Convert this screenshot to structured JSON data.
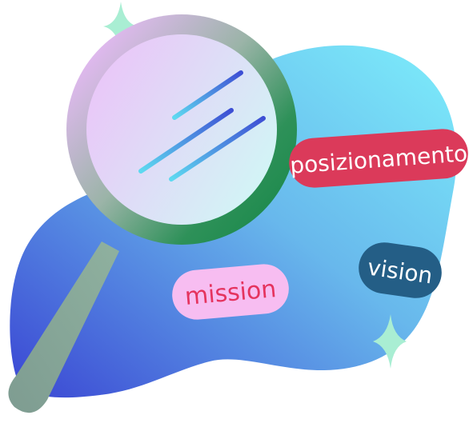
{
  "labels": {
    "positioning": "posizionamento",
    "mission": "mission",
    "vision": "vision"
  },
  "icons": [
    "sparkle-icon",
    "magnifying-glass-icon"
  ],
  "colors": {
    "blob_light": "#7DEEFB",
    "blob_dark": "#3A45D3",
    "positioning_pill": "#DB3A5A",
    "positioning_text": "#FFFFFF",
    "mission_pill": "#F7BDF1",
    "mission_text": "#E5335E",
    "vision_pill": "#245E86",
    "vision_text": "#FFFFFF",
    "sparkle": "#A9EED3",
    "lens_purple": "#E9C1F9",
    "lens_blue": "#D6F1F6",
    "ring_green": "#1F8B4E",
    "handle": "#8FAE9D"
  }
}
